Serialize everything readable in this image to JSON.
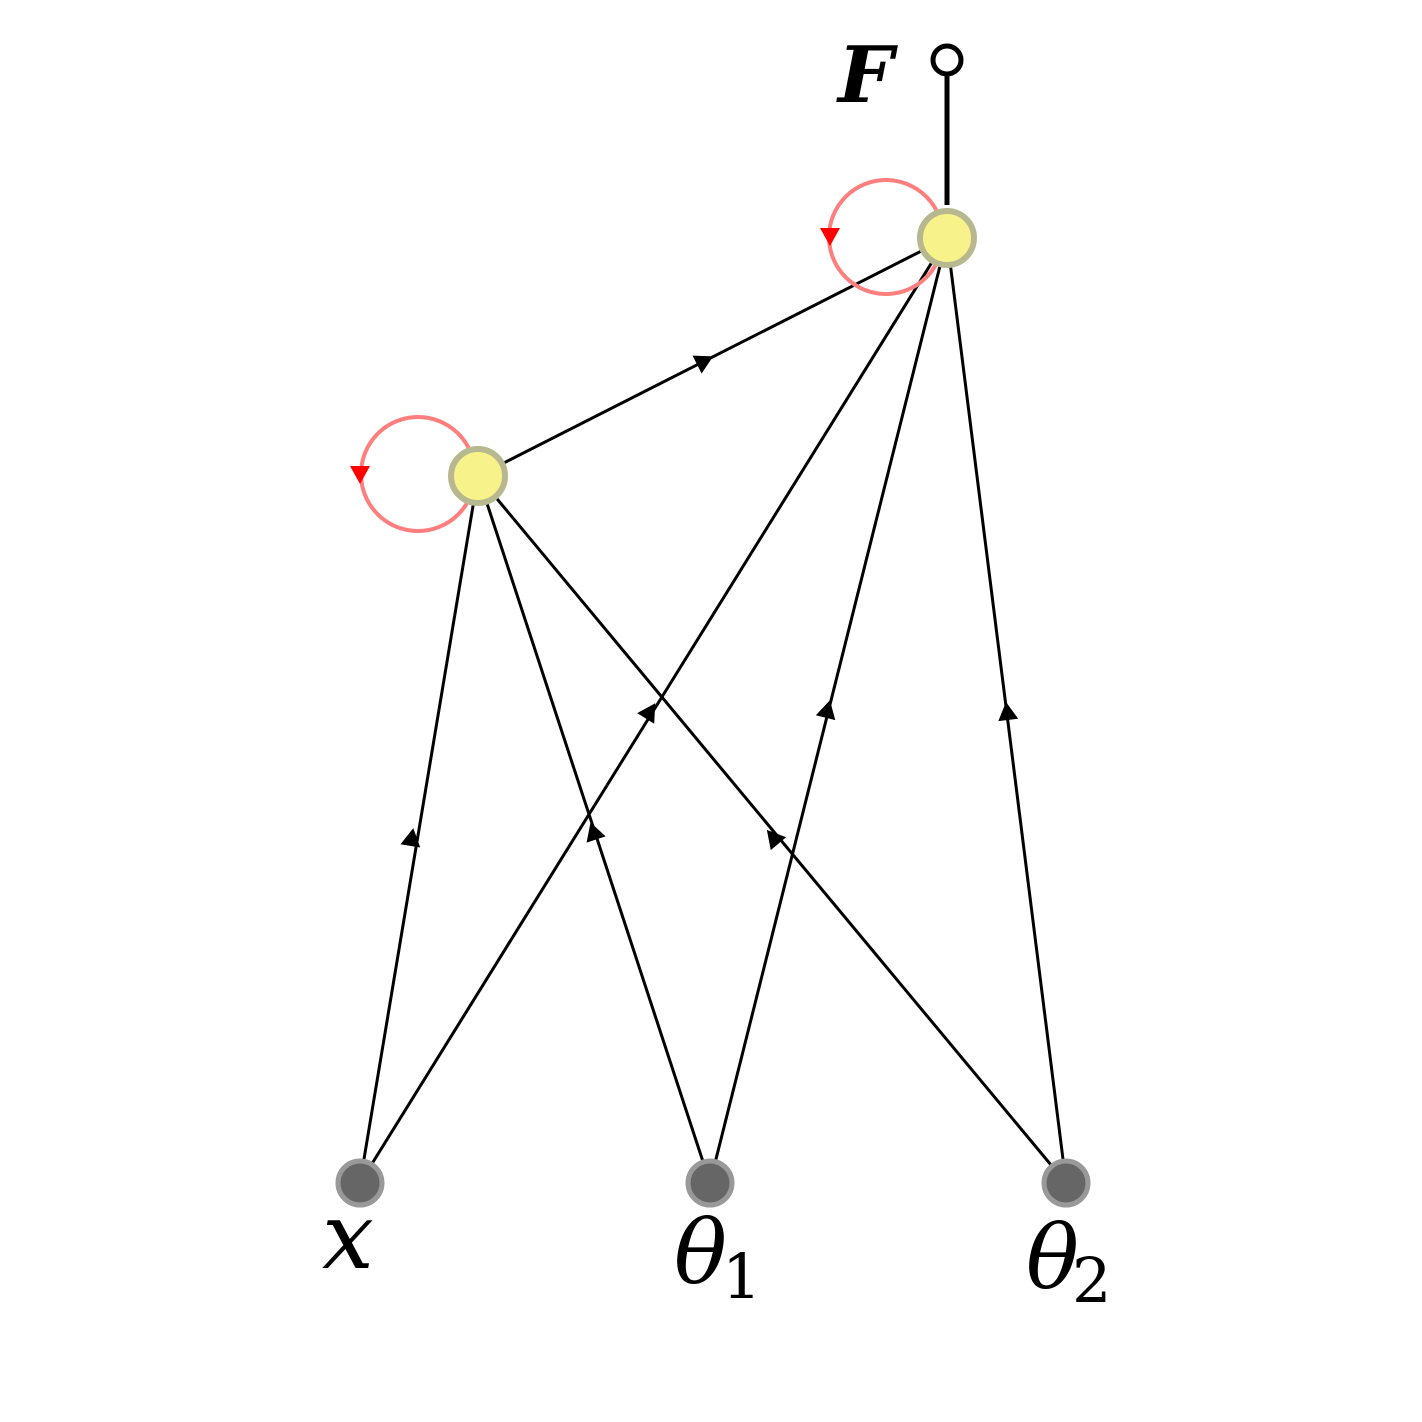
{
  "diagram": {
    "output_label": "F",
    "inputs": [
      {
        "id": "x",
        "label": "x",
        "sub": ""
      },
      {
        "id": "theta1",
        "label": "θ",
        "sub": "1"
      },
      {
        "id": "theta2",
        "label": "θ",
        "sub": "2"
      }
    ],
    "edges": [
      [
        "x",
        "h1"
      ],
      [
        "theta1",
        "h1"
      ],
      [
        "theta2",
        "h1"
      ],
      [
        "x",
        "h2"
      ],
      [
        "theta1",
        "h2"
      ],
      [
        "theta2",
        "h2"
      ],
      [
        "h1",
        "h2"
      ]
    ],
    "colors": {
      "edge": "#000000",
      "hidden_node": "#f5f07a",
      "input_node": "#666666",
      "self_loop": "#ff7f7f",
      "self_loop_arrow": "#ff0000"
    }
  }
}
